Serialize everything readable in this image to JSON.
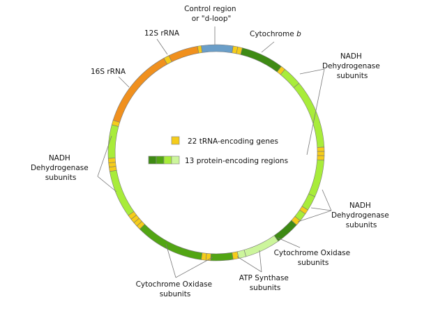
{
  "labels": {
    "control_region": [
      "Control region",
      "or \"d-loop\""
    ],
    "cytochrome_b": [
      "Cytochrome ",
      "b"
    ],
    "rrna_12s": "12S rRNA",
    "rrna_16s": "16S rRNA",
    "nadh_upper_right": [
      "NADH",
      "Dehydrogenase",
      "subunits"
    ],
    "nadh_left": [
      "NADH",
      "Dehydrogenase",
      "subunits"
    ],
    "nadh_lower_right": [
      "NADH",
      "Dehydrogenase",
      "subunits"
    ],
    "cox_right": [
      "Cytochrome Oxidase",
      "subunits"
    ],
    "atp_synthase": [
      "ATP Synthase",
      "subunits"
    ],
    "cox_bottom": [
      "Cytochrome Oxidase",
      "subunits"
    ]
  },
  "legend": {
    "trna": "22 tRNA-encoding genes",
    "protein": "13 protein-encoding regions"
  },
  "colors": {
    "control": "#6a9ec8",
    "rrna": "#f0901e",
    "trna": "#f5cc1a",
    "cytb": "#3e8a14",
    "nadh": "#a8ec3a",
    "cox": "#52a514",
    "atp": "#ccf59c",
    "legend_protein": [
      "#3e8a14",
      "#52a514",
      "#a8ec3a",
      "#ccf59c"
    ]
  },
  "segments": [
    {
      "name": "control-region",
      "type": "control",
      "start": -8,
      "end": 9
    },
    {
      "name": "trna",
      "type": "trna",
      "start": 9,
      "end": 11.5
    },
    {
      "name": "trna",
      "type": "trna",
      "start": 11.5,
      "end": 14
    },
    {
      "name": "cytochrome-b",
      "type": "cytb",
      "start": 14,
      "end": 37
    },
    {
      "name": "trna",
      "type": "trna",
      "start": 37,
      "end": 39.5
    },
    {
      "name": "nadh-5-6",
      "type": "nadh",
      "start": 39.5,
      "end": 50
    },
    {
      "name": "nadh-5b",
      "type": "nadh",
      "start": 50,
      "end": 87
    },
    {
      "name": "trna",
      "type": "trna",
      "start": 87,
      "end": 89.3
    },
    {
      "name": "trna",
      "type": "trna",
      "start": 89.3,
      "end": 91.6
    },
    {
      "name": "trna",
      "type": "trna",
      "start": 91.6,
      "end": 94
    },
    {
      "name": "nadh-4",
      "type": "nadh",
      "start": 94,
      "end": 114
    },
    {
      "name": "nadh-4l",
      "type": "nadh",
      "start": 114,
      "end": 122
    },
    {
      "name": "trna",
      "type": "trna",
      "start": 122,
      "end": 124.5
    },
    {
      "name": "nadh-3",
      "type": "nadh",
      "start": 124.5,
      "end": 129
    },
    {
      "name": "trna",
      "type": "trna",
      "start": 129,
      "end": 132
    },
    {
      "name": "cox-3",
      "type": "cytb",
      "start": 132,
      "end": 145
    },
    {
      "name": "atp-6",
      "type": "atp",
      "start": 145,
      "end": 164
    },
    {
      "name": "atp-8",
      "type": "atp",
      "start": 164,
      "end": 168
    },
    {
      "name": "trna",
      "type": "trna",
      "start": 168,
      "end": 171
    },
    {
      "name": "cox-2",
      "type": "cox",
      "start": 171,
      "end": 183
    },
    {
      "name": "trna",
      "type": "trna",
      "start": 183,
      "end": 185.5
    },
    {
      "name": "trna",
      "type": "trna",
      "start": 185.5,
      "end": 188
    },
    {
      "name": "cox-1",
      "type": "cox",
      "start": 188,
      "end": 225
    },
    {
      "name": "trna",
      "type": "trna",
      "start": 225,
      "end": 227.3
    },
    {
      "name": "trna",
      "type": "trna",
      "start": 227.3,
      "end": 229.6
    },
    {
      "name": "trna",
      "type": "trna",
      "start": 229.6,
      "end": 232
    },
    {
      "name": "trna",
      "type": "trna",
      "start": 232,
      "end": 234.5
    },
    {
      "name": "nadh-2",
      "type": "nadh",
      "start": 234.5,
      "end": 260
    },
    {
      "name": "trna",
      "type": "trna",
      "start": 260,
      "end": 262.3
    },
    {
      "name": "trna",
      "type": "trna",
      "start": 262.3,
      "end": 264.6
    },
    {
      "name": "trna",
      "type": "trna",
      "start": 264.6,
      "end": 267
    },
    {
      "name": "nadh-1",
      "type": "nadh",
      "start": 267,
      "end": 285
    },
    {
      "name": "trna",
      "type": "trna",
      "start": 285,
      "end": 287.5
    },
    {
      "name": "rrna-16s",
      "type": "rrna",
      "start": 287.5,
      "end": 331
    },
    {
      "name": "trna",
      "type": "trna",
      "start": 331,
      "end": 334
    },
    {
      "name": "rrna-12s",
      "type": "rrna",
      "start": 334,
      "end": 350
    },
    {
      "name": "trna",
      "type": "trna",
      "start": 350,
      "end": 352
    }
  ]
}
